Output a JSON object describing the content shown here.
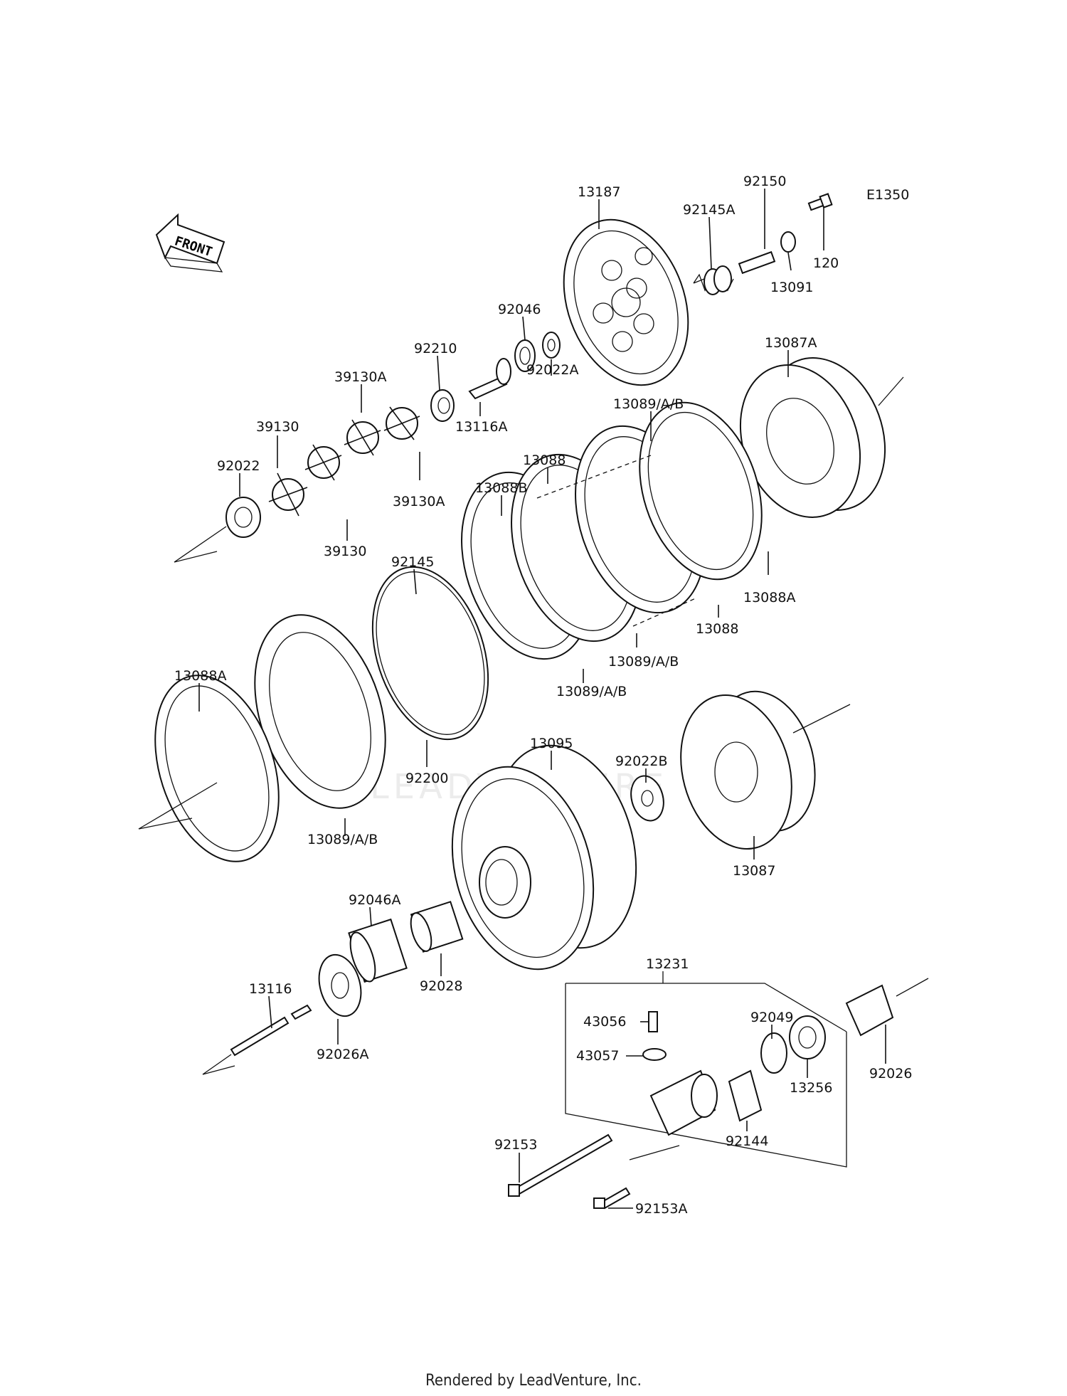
{
  "diagram_code": "E1350",
  "front_label": "FRONT",
  "watermark": "LEADVENTURE",
  "footer": "Rendered by LeadVenture, Inc.",
  "parts": [
    {
      "id": "p13187",
      "label": "13187"
    },
    {
      "id": "p92145A",
      "label": "92145A"
    },
    {
      "id": "p92150",
      "label": "92150"
    },
    {
      "id": "p120",
      "label": "120"
    },
    {
      "id": "p13091",
      "label": "13091"
    },
    {
      "id": "p92046",
      "label": "92046"
    },
    {
      "id": "p92210",
      "label": "92210"
    },
    {
      "id": "p92022A",
      "label": "92022A"
    },
    {
      "id": "p13116A",
      "label": "13116A"
    },
    {
      "id": "p39130A_top",
      "label": "39130A"
    },
    {
      "id": "p39130_top",
      "label": "39130"
    },
    {
      "id": "p39130A_bottom",
      "label": "39130A"
    },
    {
      "id": "p39130_bottom",
      "label": "39130"
    },
    {
      "id": "p92022",
      "label": "92022"
    },
    {
      "id": "p13087A",
      "label": "13087A"
    },
    {
      "id": "p13089_top",
      "label": "13089/A/B"
    },
    {
      "id": "p13088_top",
      "label": "13088"
    },
    {
      "id": "p13088B",
      "label": "13088B"
    },
    {
      "id": "p13088A_right",
      "label": "13088A"
    },
    {
      "id": "p13088_mid",
      "label": "13088"
    },
    {
      "id": "p13089_mid",
      "label": "13089/A/B"
    },
    {
      "id": "p13089_low",
      "label": "13089/A/B"
    },
    {
      "id": "p92145",
      "label": "92145"
    },
    {
      "id": "p13088A_left",
      "label": "13088A"
    },
    {
      "id": "p13095",
      "label": "13095"
    },
    {
      "id": "p92022B",
      "label": "92022B"
    },
    {
      "id": "p92200",
      "label": "92200"
    },
    {
      "id": "p13089_left",
      "label": "13089/A/B"
    },
    {
      "id": "p13087",
      "label": "13087"
    },
    {
      "id": "p92046A",
      "label": "92046A"
    },
    {
      "id": "p92028",
      "label": "92028"
    },
    {
      "id": "p13116",
      "label": "13116"
    },
    {
      "id": "p92026A",
      "label": "92026A"
    },
    {
      "id": "p13231",
      "label": "13231"
    },
    {
      "id": "p43056",
      "label": "43056"
    },
    {
      "id": "p43057",
      "label": "43057"
    },
    {
      "id": "p92049",
      "label": "92049"
    },
    {
      "id": "p13256",
      "label": "13256"
    },
    {
      "id": "p92026",
      "label": "92026"
    },
    {
      "id": "p92144",
      "label": "92144"
    },
    {
      "id": "p92153",
      "label": "92153"
    },
    {
      "id": "p92153A",
      "label": "92153A"
    }
  ]
}
